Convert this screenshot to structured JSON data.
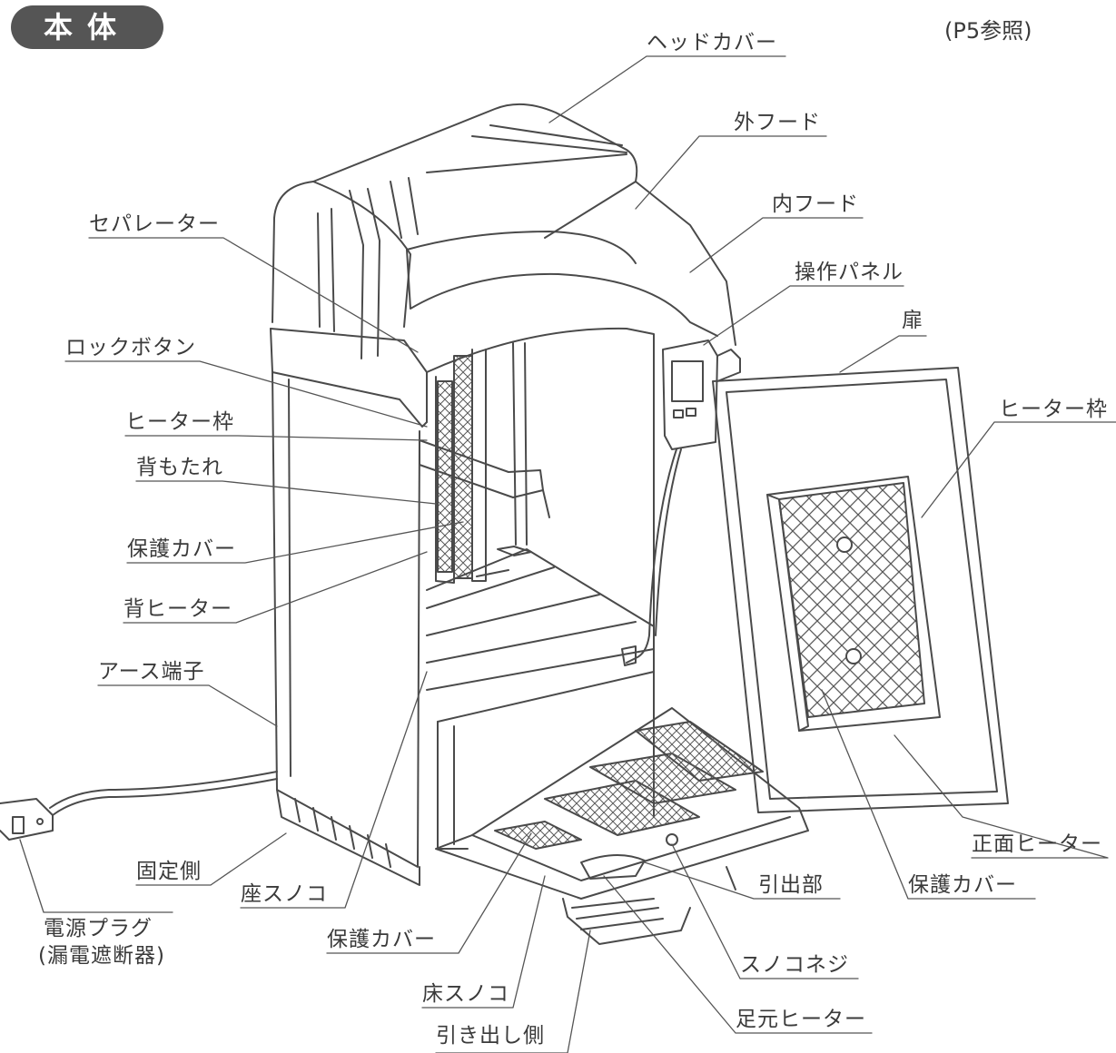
{
  "title": "本体",
  "reference": "(P5参照)",
  "labels": {
    "head_cover": "ヘッドカバー",
    "outer_hood": "外フード",
    "inner_hood": "内フード",
    "control_panel": "操作パネル",
    "door": "扉",
    "heater_frame_right": "ヒーター枠",
    "separator": "セパレーター",
    "lock_button": "ロックボタン",
    "heater_frame_left": "ヒーター枠",
    "backrest": "背もたれ",
    "protective_cover_left": "保護カバー",
    "back_heater": "背ヒーター",
    "earth_terminal": "アース端子",
    "fixed_side": "固定側",
    "seat_slats": "座スノコ",
    "power_plug_line1": "電源プラグ",
    "power_plug_line2": "(漏電遮断器)",
    "protective_cover_bottom": "保護カバー",
    "floor_slats": "床スノコ",
    "drawer_side": "引き出し側",
    "front_heater": "正面ヒーター",
    "protective_cover_right": "保護カバー",
    "pull_out_part": "引出部",
    "slat_screw": "スノコネジ",
    "foot_heater": "足元ヒーター"
  }
}
